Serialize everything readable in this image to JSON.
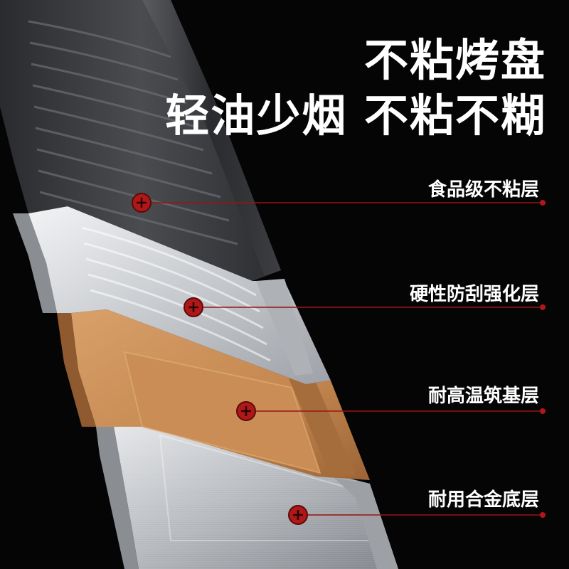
{
  "headline": {
    "line1": "不粘烤盘",
    "line2": "轻油少烟 不粘不糊"
  },
  "layers": [
    {
      "label": "食品级不粘层"
    },
    {
      "label": "硬性防刮强化层"
    },
    {
      "label": "耐高温筑基层"
    },
    {
      "label": "耐用合金底层"
    }
  ],
  "colors": {
    "background": "#050505",
    "coating": "#3a3c40",
    "hard_layer": "#c9ccd0",
    "heat_layer": "#c98d55",
    "alloy_layer": "#b8bbc0",
    "marker": "#b01818",
    "leader_line": "#9a1414"
  }
}
